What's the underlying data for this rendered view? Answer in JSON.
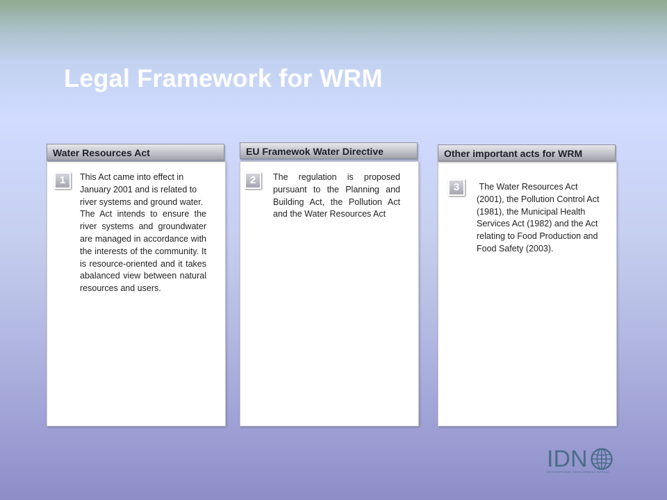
{
  "slide": {
    "title": "Legal Framework for WRM"
  },
  "columns": [
    {
      "header": "Water Resources Act",
      "badge": "1",
      "paragraphs": [
        "This Act came into effect in January 2001 and is related to river systems and ground water.",
        "The Act intends to ensure the river systems and groundwater are managed in accordance with the interests of the community. It is resource-oriented and it takes abalanced view between natural resources and users."
      ]
    },
    {
      "header": "EU Framewok Water Directive",
      "badge": "2",
      "paragraphs": [
        " The regulation is proposed pursuant to the Planning and Building Act, the Pollution Act and the Water Resources Act"
      ]
    },
    {
      "header": "Other important acts for WRM",
      "badge": "3",
      "paragraphs": [
        " The Water Resources Act (2001), the Pollution Control Act (1981), the Municipal Health Services Act (1982) and the Act relating to Food Production and Food Safety (2003)."
      ]
    }
  ],
  "logo": {
    "text": "IDN",
    "subtitle": "INTERNATIONAL DEVELOPMENT NORWAY",
    "icon": "globe-icon",
    "color": "#4b6d8a"
  },
  "colors": {
    "title": "#ffffff",
    "header_text": "#1e1e2a",
    "body_text": "#222222"
  }
}
